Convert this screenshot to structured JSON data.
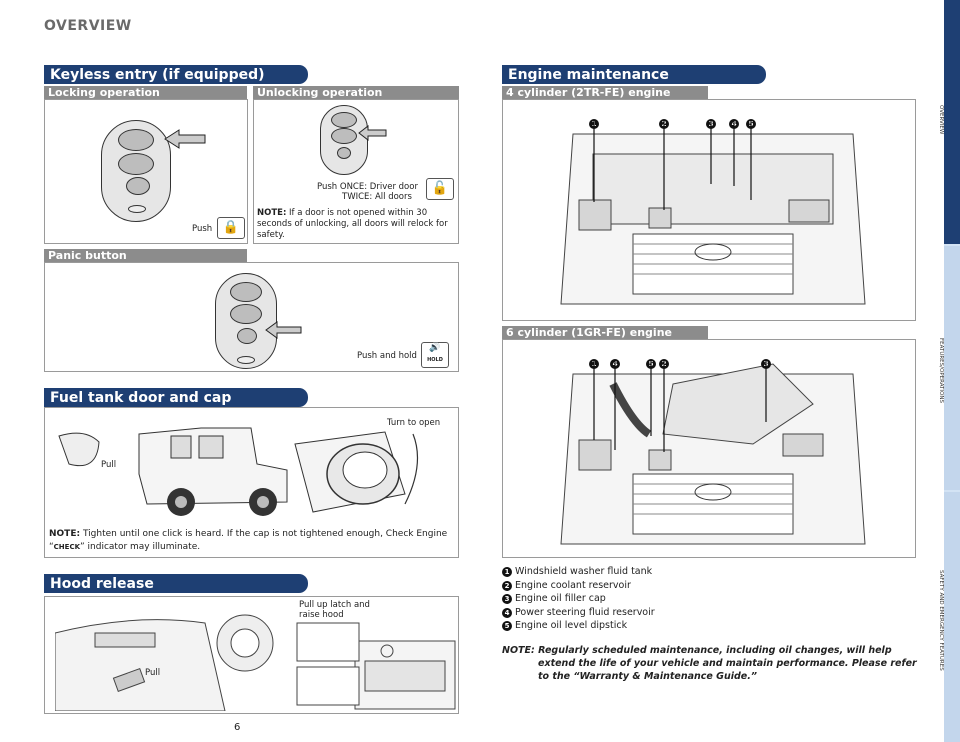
{
  "page": {
    "title": "OVERVIEW",
    "page_number": "6"
  },
  "keyless": {
    "heading": "Keyless entry (if equipped)",
    "locking": {
      "heading": "Locking operation",
      "caption": "Push"
    },
    "unlocking": {
      "heading": "Unlocking operation",
      "caption_line1": "Push ONCE: Driver door",
      "caption_line2": "TWICE: All doors",
      "note_label": "NOTE:",
      "note_text": "If a door is not opened within 30 seconds of unlocking, all doors will relock for safety."
    },
    "panic": {
      "heading": "Panic button",
      "caption": "Push and hold",
      "hold_label": "HOLD"
    }
  },
  "fuel": {
    "heading": "Fuel tank door and cap",
    "pull_label": "Pull",
    "turn_label": "Turn to open",
    "note_label": "NOTE:",
    "note_text_1": "Tighten until one click is heard. If the cap is not tightened enough, Check Engine “",
    "note_text_2": "” indicator may illuminate.",
    "check_label": "CHECK"
  },
  "hood": {
    "heading": "Hood release",
    "pull_label": "Pull",
    "latch_line1": "Pull up latch and",
    "latch_line2": "raise hood"
  },
  "engine": {
    "heading": "Engine maintenance",
    "four_cyl": {
      "heading": "4 cylinder (2TR-FE) engine",
      "markers": [
        "1",
        "2",
        "3",
        "4",
        "5"
      ]
    },
    "six_cyl": {
      "heading": "6 cylinder (1GR-FE) engine",
      "markers": [
        "1",
        "4",
        "5",
        "2",
        "3"
      ]
    },
    "legend": [
      {
        "num": "1",
        "label": "Windshield washer fluid tank"
      },
      {
        "num": "2",
        "label": "Engine coolant reservoir"
      },
      {
        "num": "3",
        "label": "Engine oil filler cap"
      },
      {
        "num": "4",
        "label": "Power steering fluid reservoir"
      },
      {
        "num": "5",
        "label": "Engine oil level dipstick"
      }
    ],
    "note_label": "NOTE:",
    "note_line1": "Regularly scheduled maintenance, including oil changes, will help",
    "note_line2": "extend the life of your vehicle and maintain performance. Please refer",
    "note_line3": "to the “Warranty & Maintenance Guide.”"
  },
  "side_tabs": [
    "OVERVIEW",
    "FEATURES/OPERATIONS",
    "SAFETY AND EMERGENCY FEATURES"
  ],
  "colors": {
    "banner": "#1e3f73",
    "subheader": "#8c8c8c",
    "sidebar": "#d3e3f4",
    "active_tab": "#1e3f73"
  }
}
